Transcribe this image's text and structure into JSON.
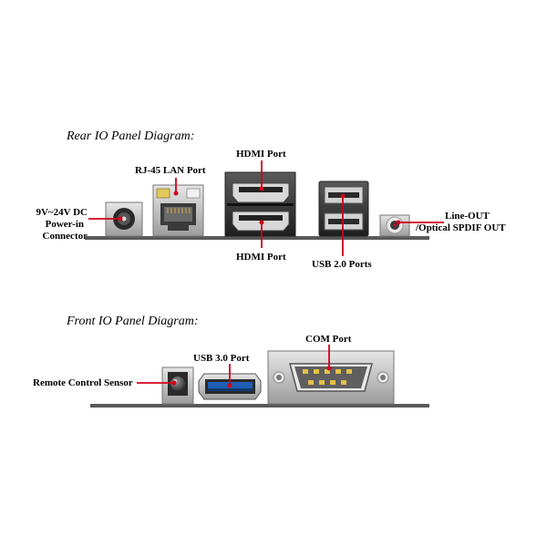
{
  "rear": {
    "title": "Rear IO Panel Diagram:",
    "labels": {
      "dc_line1": "9V~24V DC",
      "dc_line2": "Power-in",
      "dc_line3": "Connector",
      "lan": "RJ-45 LAN Port",
      "hdmi_top": "HDMI Port",
      "hdmi_bottom": "HDMI Port",
      "usb2": "USB 2.0 Ports",
      "audio_line1": "Line-OUT",
      "audio_line2": "/Optical SPDIF OUT"
    }
  },
  "front": {
    "title": "Front IO Panel Diagram:",
    "labels": {
      "sensor": "Remote Control Sensor",
      "usb3": "USB 3.0 Port",
      "com": "COM Port"
    }
  },
  "colors": {
    "callout_line": "#d0021b",
    "callout_dot": "#d0021b",
    "panel_bar": "#555555",
    "usb3_blue": "#1f5fb5",
    "connector_dark": "#2b2b2b",
    "metal": "#b8b8b8",
    "lan_led_yellow": "#e3c95a"
  }
}
